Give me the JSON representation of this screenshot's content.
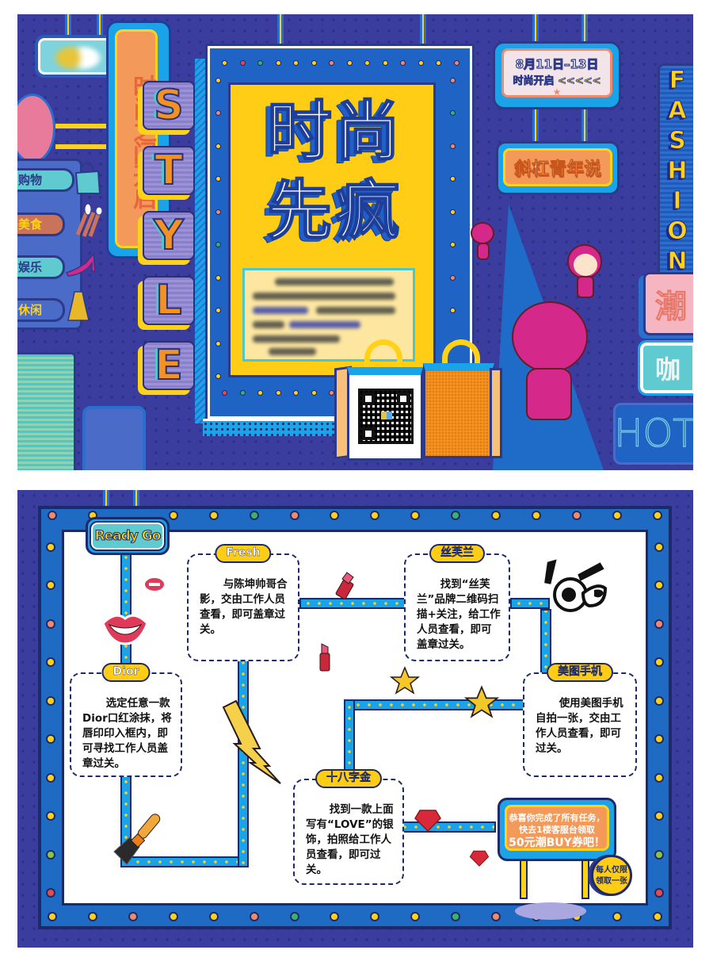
{
  "top_panel": {
    "vertical_sign": "时尚之门开启",
    "style_letters": [
      "S",
      "T",
      "Y",
      "L",
      "E"
    ],
    "categories": [
      {
        "label": "购物",
        "icon": "shopping-bag-icon",
        "color": "#5fcbd0"
      },
      {
        "label": "美食",
        "icon": "cutlery-icon",
        "color": "#c8735a"
      },
      {
        "label": "娱乐",
        "icon": "high-heel-icon",
        "color": "#5fcbd0"
      },
      {
        "label": "休闲",
        "icon": "dress-icon",
        "color": "#4a6bc8"
      }
    ],
    "main_title_line1": "时尚",
    "main_title_line2": "先疯",
    "date_sign": {
      "dates": "8月11日–13日",
      "subtitle": "时尚开启",
      "arrows": "<<<<<"
    },
    "subtitle_sign": "斜杠青年说",
    "fashion_vertical": [
      "F",
      "A",
      "S",
      "H",
      "I",
      "O",
      "N"
    ],
    "side_signs": {
      "chao": "潮",
      "ka": "咖",
      "hot": "HOT"
    },
    "colors": {
      "background": "#3a3d9e",
      "accent_yellow": "#ffcc16",
      "accent_orange": "#f39a5a",
      "accent_blue": "#1aa3e8",
      "pink": "#d4298a"
    }
  },
  "bottom_panel": {
    "start_label": "Ready Go",
    "tasks": [
      {
        "tag": "Fresh",
        "text": "与陈坤帅哥合影，交由工作人员查看，即可盖章过关。"
      },
      {
        "tag": "丝芙兰",
        "text": "找到“丝芙兰”品牌二维码扫描+关注，给工作人员查看，即可盖章过关。"
      },
      {
        "tag": "Dior",
        "text": "选定任意一款Dior口红涂抹，将唇印印入框内，即可寻找工作人员盖章过关。"
      },
      {
        "tag": "美图手机",
        "text": "使用美图手机自拍一张，交由工作人员查看，即可过关。"
      },
      {
        "tag": "十八字金",
        "text": "找到一款上面写有“LOVE”的银饰，拍照给工作人员查看，即可过关。"
      }
    ],
    "reward": {
      "line1": "恭喜你完成了所有任务，",
      "line2": "快去1楼客服台领取",
      "line3": "50元潮BUY券吧！"
    },
    "limit_badge": {
      "line1": "每人仅限",
      "line2": "领取一张"
    }
  }
}
